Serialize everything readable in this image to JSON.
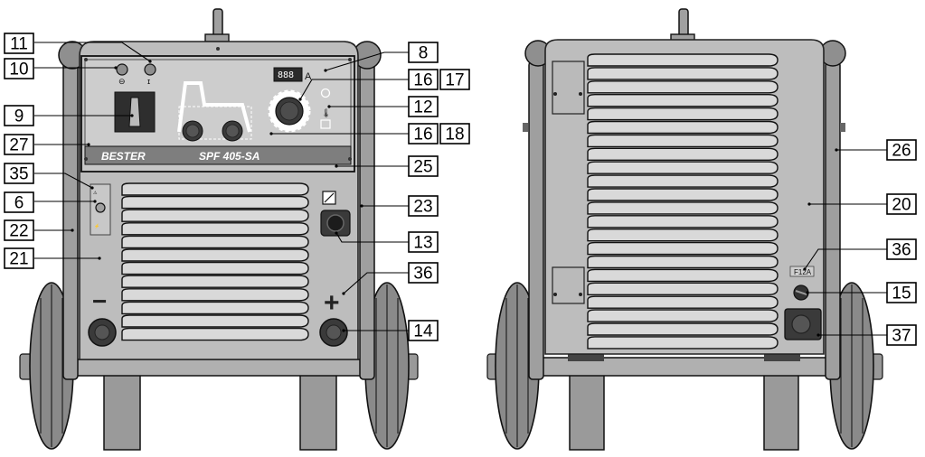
{
  "front_view": {
    "brand": "BESTER",
    "model": "SPF 405-SA",
    "display_digits": "888",
    "display_unit": "A",
    "minus_symbol": "−",
    "plus_symbol": "+",
    "callouts_left": [
      "11",
      "10",
      "9",
      "27",
      "35",
      "6",
      "22",
      "21"
    ],
    "callouts_right_top": [
      "8",
      "16",
      "17",
      "12",
      "16",
      "18",
      "25",
      "23",
      "13",
      "36",
      "14"
    ]
  },
  "rear_view": {
    "fuse_label": "F12A",
    "callouts": [
      "26",
      "20",
      "36",
      "15",
      "37"
    ]
  },
  "colors": {
    "body": "#bdbdbd",
    "panel": "#808080",
    "slat": "#d9d9d9",
    "tire": "#8a8a8a",
    "outline": "#111111"
  }
}
